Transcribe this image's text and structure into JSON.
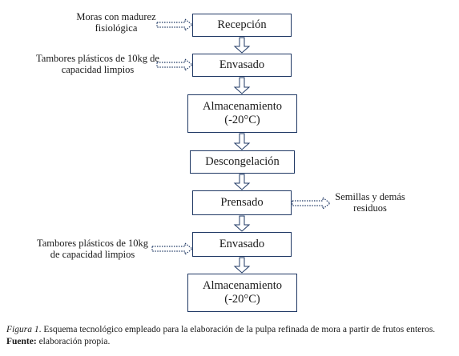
{
  "steps": [
    {
      "label": "Recepción"
    },
    {
      "label": "Envasado"
    },
    {
      "label": "Almacenamiento\n(-20°C)"
    },
    {
      "label": "Descongelación"
    },
    {
      "label": "Prensado"
    },
    {
      "label": "Envasado"
    },
    {
      "label": "Almacenamiento\n(-20°C)"
    }
  ],
  "inputs": [
    {
      "label": "Moras con madurez\nfisiológica"
    },
    {
      "label": "Tambores plásticos de 10kg de\ncapacidad limpios"
    },
    {
      "label": "Tambores plásticos de 10kg\nde capacidad limpios"
    }
  ],
  "outputs": [
    {
      "label": "Semillas y demás\nresiduos"
    }
  ],
  "caption": {
    "figure_label": "Figura 1",
    "text": ". Esquema tecnológico empleado para la elaboración de la pulpa refinada de mora a partir de frutos enteros.",
    "source_label": "Fuente:",
    "source_text": " elaboración propia."
  },
  "colors": {
    "box_border": "#1f3864",
    "arrow_stroke": "#1f3864"
  }
}
